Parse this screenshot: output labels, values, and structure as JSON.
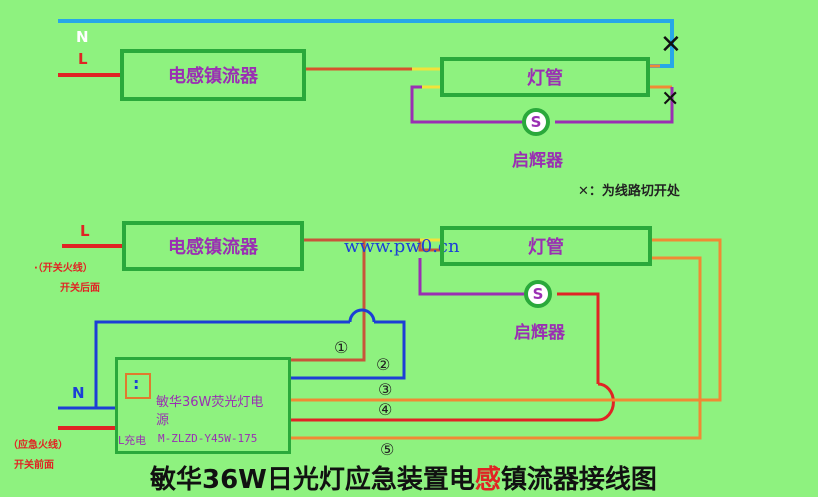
{
  "top": {
    "n_label": "N",
    "l_label": "L",
    "ballast": "电感镇流器",
    "tube": "灯管",
    "starter_symbol": "S",
    "starter": "启辉器",
    "cut_mark": "✕",
    "cut_note": "✕：为线路切开处"
  },
  "bottom": {
    "l_label": "L",
    "note_switch_fire": "·（开关火线）",
    "note_after_switch": "开关后面",
    "ballast": "电感镇流器",
    "watermark": "www.pw0.cn",
    "tube": "灯管",
    "starter_symbol": "S",
    "starter": "启辉器",
    "n_label": "N",
    "note_emergency_fire": "（应急火线）",
    "note_before_switch": "开关前面",
    "module_title_1": "敏华36W荧光灯电",
    "module_title_2": "源",
    "module_charge": "L充电",
    "module_model": "M-ZLZD-Y45W-175",
    "module_dot": ":",
    "w1": "①",
    "w2": "②",
    "w3": "③",
    "w4": "④",
    "w5": "⑤"
  },
  "title": {
    "before": "敏华36W日光灯应急装置电",
    "highlight": "感",
    "after": "镇流器接线图"
  },
  "colors": {
    "background": "#8ef27f",
    "box_border": "#2aa93b",
    "neutral": "#1c3fd6",
    "live": "#e02424",
    "purple": "#9a2fb3",
    "orange": "#f08a34",
    "cyan": "#27a7e8",
    "yellow": "#f2e23a",
    "brown": "#c8553a"
  }
}
